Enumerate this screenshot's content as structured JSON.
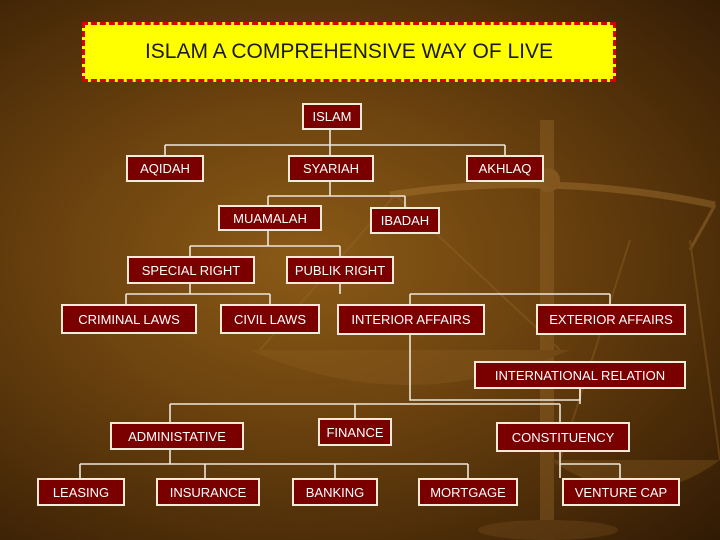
{
  "title": "ISLAM A COMPREHENSIVE WAY OF LIVE",
  "nodes": {
    "islam": "ISLAM",
    "aqidah": "AQIDAH",
    "syariah": "SYARIAH",
    "akhlaq": "AKHLAQ",
    "muamalah": "MUAMALAH",
    "ibadah": "IBADAH",
    "special_right": "SPECIAL RIGHT",
    "publik_right": "PUBLIK RIGHT",
    "criminal_laws": "CRIMINAL LAWS",
    "civil_laws": "CIVIL LAWS",
    "interior_affairs": "INTERIOR AFFAIRS",
    "exterior_affairs": "EXTERIOR AFFAIRS",
    "international_relation": "INTERNATIONAL RELATION",
    "administative": "ADMINISTATIVE",
    "finance": "FINANCE",
    "constituency": "CONSTITUENCY",
    "leasing": "LEASING",
    "insurance": "INSURANCE",
    "banking": "BANKING",
    "mortgage": "MORTGAGE",
    "venture_cap": "VENTURE CAP"
  },
  "colors": {
    "node_fill": "#7a0000",
    "node_text": "#ffffff",
    "node_border": "#f3ead8",
    "title_fill": "#ffff00",
    "title_border": "#d80000",
    "connector": "#ece6da",
    "background": "#6e440f"
  },
  "decorative_icons": [
    "balance-scale-icon"
  ]
}
